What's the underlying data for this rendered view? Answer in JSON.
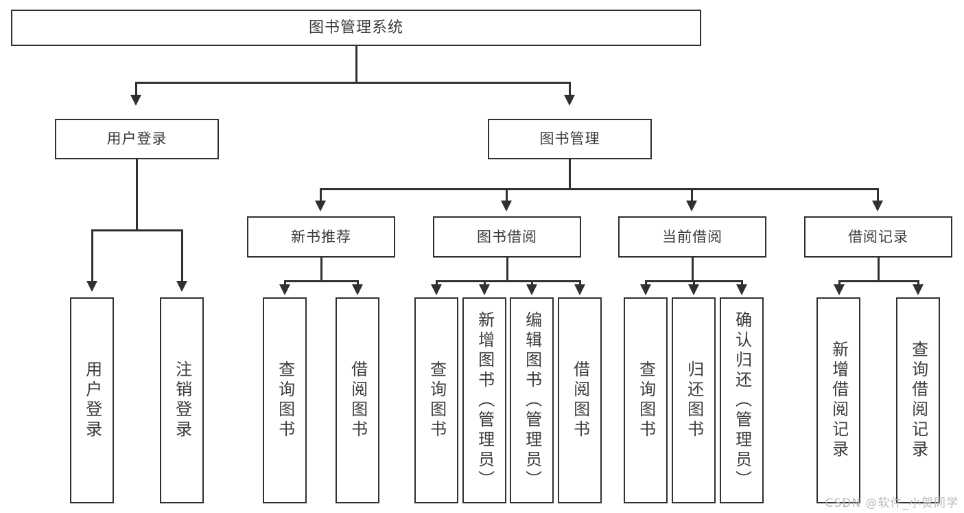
{
  "diagram": {
    "title": "图书管理系统",
    "type": "tree",
    "background_color": "#ffffff",
    "stroke_color": "#303030",
    "text_color": "#3c3c3c"
  },
  "root": {
    "label": "图书管理系统"
  },
  "level2": [
    {
      "label": "用户登录"
    },
    {
      "label": "图书管理"
    }
  ],
  "level3": [
    {
      "label": "新书推荐"
    },
    {
      "label": "图书借阅"
    },
    {
      "label": "当前借阅"
    },
    {
      "label": "借阅记录"
    }
  ],
  "leaves": {
    "user_login": [
      {
        "label": "用户登录"
      },
      {
        "label": "注销登录"
      }
    ],
    "new_book_recommend": [
      {
        "label": "查询图书"
      },
      {
        "label": "借阅图书"
      }
    ],
    "book_borrow": [
      {
        "label": "查询图书"
      },
      {
        "label": "新增图书（管理员）"
      },
      {
        "label": "编辑图书（管理员）"
      },
      {
        "label": "借阅图书"
      }
    ],
    "current_borrow": [
      {
        "label": "查询图书"
      },
      {
        "label": "归还图书"
      },
      {
        "label": "确认归还（管理员）"
      }
    ],
    "borrow_record": [
      {
        "label": "新增借阅记录"
      },
      {
        "label": "查询借阅记录"
      }
    ]
  },
  "watermark": {
    "text": "CSDN @软件_小贺同学"
  }
}
